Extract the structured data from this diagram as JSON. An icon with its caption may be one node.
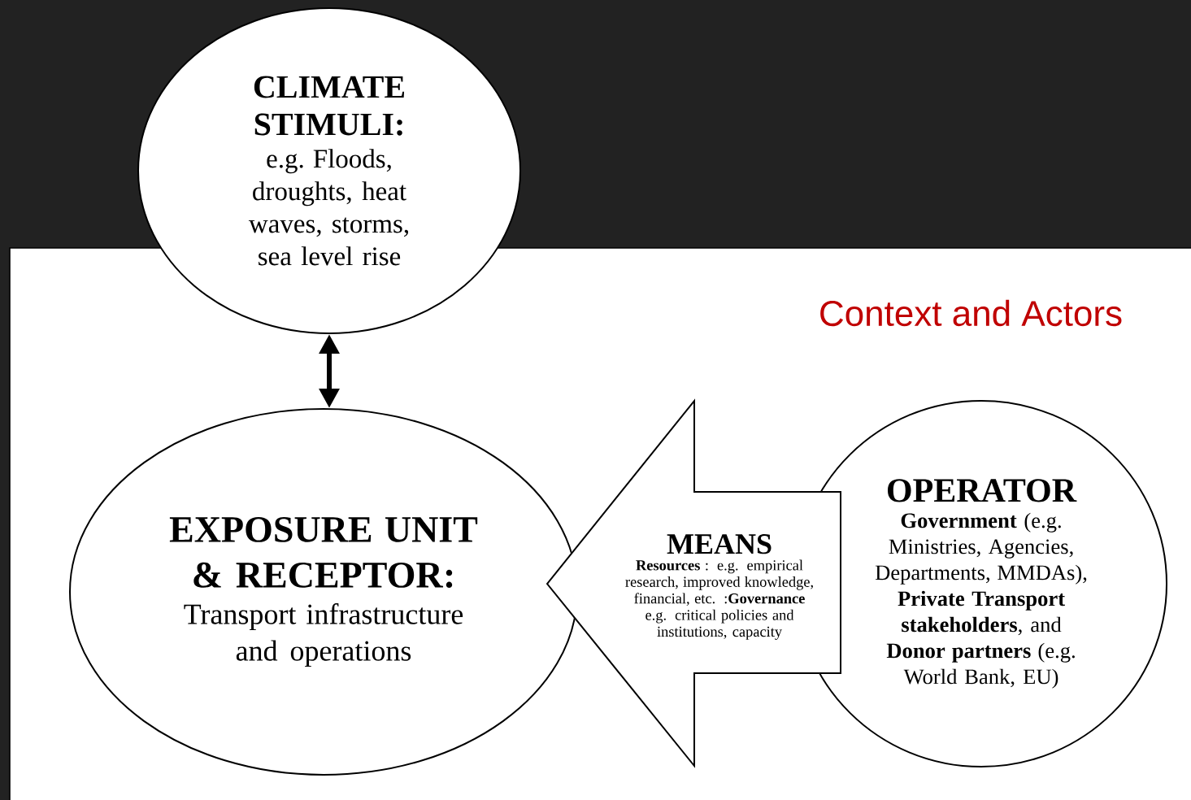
{
  "diagram": {
    "nodes": [
      {
        "text": [
          "CLIMATE STIMULI:",
          "e.g. Floods, droughts, heat waves, storms, sea level rise"
        ]
      },
      {
        "text": [
          "**EXPOSURE UNIT & RECEPTOR**:",
          "Transport infrastructure and operations"
        ]
      },
      {
        "text": [
          "MEANS",
          "**Resources** : e.g. empirical research, improved knowledge, financial, etc. :**Governance** e.g. critical policies and institutions, capacity"
        ]
      },
      {
        "text": [
          "OPERATOR",
          "**Government** (e.g. Ministries, Agencies, Departments, MMDAs), **Private Transport stakeholders**, and **Donor partners** (e.g. World Bank, EU)"
        ]
      }
    ],
    "edges": [
      {
        "from": 0,
        "to": 1,
        "arrow": "both"
      },
      {
        "from": 3,
        "to": 1,
        "arrow": "to"
      }
    ],
    "labels": [
      "Context and Actors"
    ]
  }
}
